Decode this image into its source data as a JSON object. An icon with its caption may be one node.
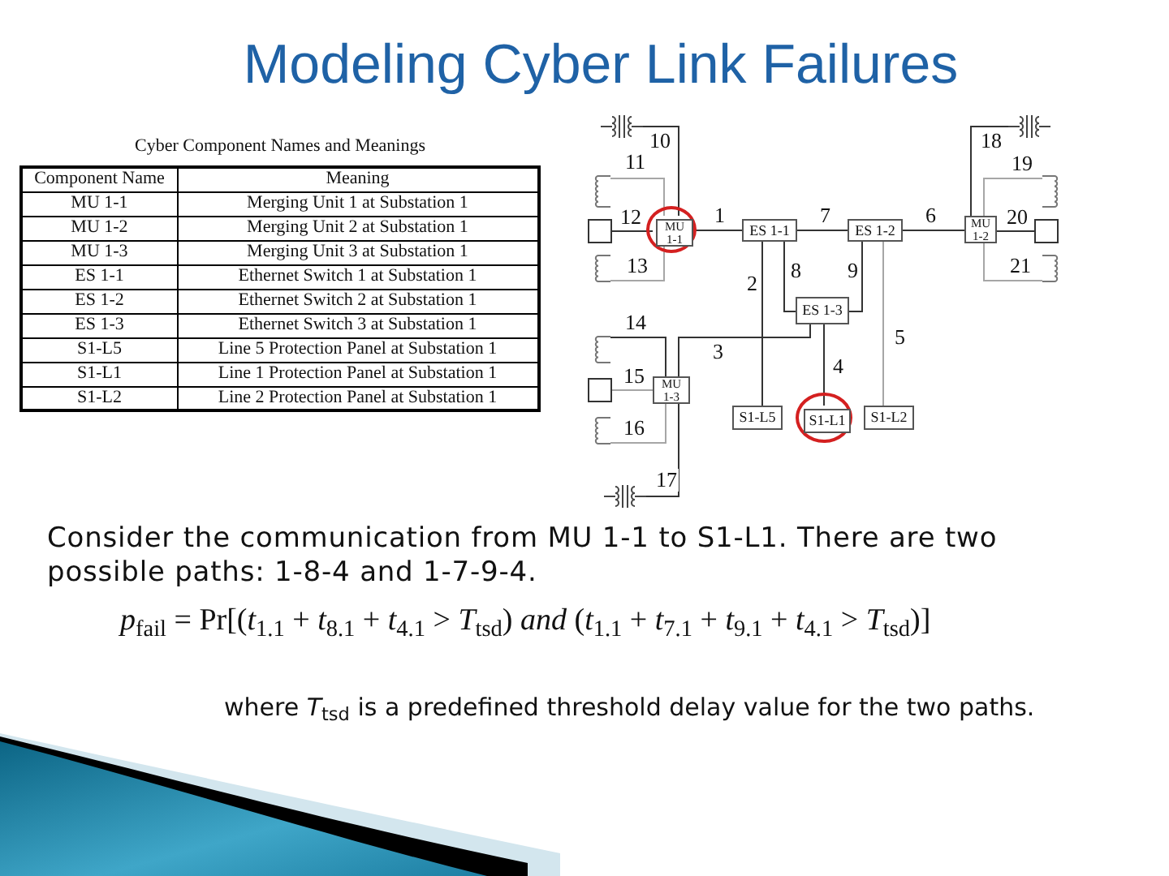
{
  "diagram": {
    "title": "Modeling Cyber Link Failures",
    "nodes": [
      {
        "text": [],
        "shape": "transformer"
      },
      {
        "text": [],
        "shape": "transformer"
      },
      {
        "text": [],
        "shape": "coil"
      },
      {
        "text": [],
        "shape": "coil"
      },
      {
        "text": [],
        "shape": "box"
      },
      {
        "text": [],
        "shape": "circle"
      },
      {
        "text": [
          "MU 1-1"
        ],
        "in": 5
      },
      {
        "text": [
          "ES 1-1"
        ]
      },
      {
        "text": [
          "ES 1-2"
        ]
      },
      {
        "text": [
          "MU 1-2"
        ]
      },
      {
        "text": [],
        "shape": "box"
      },
      {
        "text": [],
        "shape": "coil"
      },
      {
        "text": [],
        "shape": "coil"
      },
      {
        "text": [
          "ES 1-3"
        ]
      },
      {
        "text": [],
        "shape": "coil"
      },
      {
        "text": [],
        "shape": "box"
      },
      {
        "text": [
          "MU 1-3"
        ]
      },
      {
        "text": [
          "S1-L5"
        ]
      },
      {
        "text": [],
        "shape": "circle"
      },
      {
        "text": [
          "S1-L1"
        ],
        "in": 18
      },
      {
        "text": [
          "S1-L2"
        ]
      },
      {
        "text": [],
        "shape": "coil"
      },
      {
        "text": [],
        "shape": "transformer"
      }
    ],
    "edges": [
      {
        "from": 6,
        "to": 7,
        "arrow": "none",
        "label": "1"
      },
      {
        "from": 7,
        "to": 17,
        "arrow": "none",
        "label": "2"
      },
      {
        "from": 13,
        "to": 16,
        "arrow": "none",
        "label": "3"
      },
      {
        "from": 13,
        "to": 19,
        "arrow": "none",
        "label": "4"
      },
      {
        "from": 8,
        "to": 20,
        "arrow": "none",
        "label": "5",
        "color": "#a6a6a6"
      },
      {
        "from": 8,
        "to": 9,
        "arrow": "none",
        "label": "6"
      },
      {
        "from": 7,
        "to": 8,
        "arrow": "none",
        "label": "7"
      },
      {
        "from": 7,
        "to": 13,
        "arrow": "none",
        "label": "8"
      },
      {
        "from": 8,
        "to": 13,
        "arrow": "none",
        "label": "9"
      },
      {
        "from": 6,
        "to": 0,
        "arrow": "none",
        "label": "10"
      },
      {
        "from": 6,
        "to": 2,
        "arrow": "none",
        "label": "11",
        "color": "#a6a6a6"
      },
      {
        "from": 6,
        "to": 4,
        "arrow": "none",
        "label": "12"
      },
      {
        "from": 6,
        "to": 11,
        "arrow": "none",
        "label": "13",
        "color": "#a6a6a6"
      },
      {
        "from": 16,
        "to": 14,
        "arrow": "none",
        "label": "14"
      },
      {
        "from": 16,
        "to": 15,
        "arrow": "none",
        "label": "15",
        "color": "#a6a6a6"
      },
      {
        "from": 16,
        "to": 21,
        "arrow": "none",
        "label": "16",
        "color": "#a6a6a6"
      },
      {
        "from": 16,
        "to": 22,
        "arrow": "none",
        "label": "17"
      },
      {
        "from": 9,
        "to": 1,
        "arrow": "none",
        "label": "18"
      },
      {
        "from": 9,
        "to": 3,
        "arrow": "none",
        "label": "19",
        "color": "#a6a6a6"
      },
      {
        "from": 9,
        "to": 10,
        "arrow": "none",
        "label": "20"
      },
      {
        "from": 9,
        "to": 12,
        "arrow": "none",
        "label": "21",
        "color": "#a6a6a6"
      }
    ],
    "labels": [
      "Cyber Component Names and Meanings",
      "Component Name",
      "Meaning",
      "MU 1-1",
      "Merging Unit 1 at Substation 1",
      "MU 1-2",
      "Merging Unit 2 at Substation 1",
      "MU 1-3",
      "Merging Unit 3 at Substation 1",
      "ES 1-1",
      "Ethernet Switch 1 at Substation 1",
      "ES 1-2",
      "Ethernet Switch 2 at Substation 1",
      "ES 1-3",
      "Ethernet Switch 3 at Substation 1",
      "S1-L5",
      "Line 5 Protection Panel at Substation 1",
      "S1-L1",
      "Line 1 Protection Panel at Substation 1",
      "S1-L2",
      "Line 2 Protection Panel at Substation 1",
      "Consider the communication from MU 1-1 to S1-L1. There are two possible paths: 1-8-4 and 1-7-9-4.",
      "*p*$_{fail}$ = Pr[(*t*$_{1.1}$ + *t*$_{8.1}$ + *t*$_{4.1}$ > *T*$_{tsd}$) *and* (*t*$_{1.1}$ + *t*$_{7.1}$ + *t*$_{9.1}$ + *t*$_{4.1}$ > *T*$_{tsd}$)]",
      "where *T*$_{tsd}$ is a predefined threshold delay value for the two paths."
    ]
  }
}
